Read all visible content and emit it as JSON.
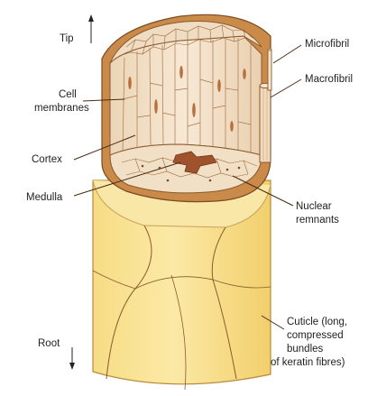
{
  "labels": {
    "tip": "Tip",
    "root": "Root",
    "cell_membranes": [
      "Cell",
      "membranes"
    ],
    "cortex": "Cortex",
    "medulla": "Medulla",
    "microfibril": "Microfibril",
    "macrofibril": "Macrofibril",
    "nuclear_remnants": [
      "Nuclear",
      "remnants"
    ],
    "cuticle": [
      "Cuticle (long,",
      "compressed",
      "bundles",
      "of keratin fibres)"
    ]
  },
  "colors": {
    "cuticle_fill": "#f8e08a",
    "cuticle_shade": "#f3d06a",
    "cortex_fill": "#f4e2cc",
    "outline": "#8a5a2c",
    "medulla": "#a0522d",
    "leader": "#4a2a14"
  }
}
